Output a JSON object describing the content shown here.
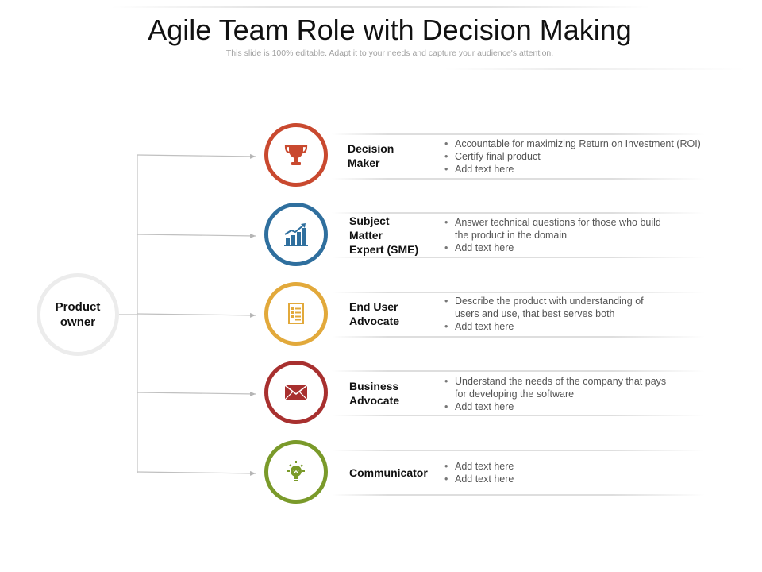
{
  "title": "Agile Team Role with Decision Making",
  "subtitle": "This slide is 100% editable. Adapt it to your needs and capture your audience's attention.",
  "owner": {
    "label": "Product\nowner"
  },
  "roles": [
    {
      "label": "Decision\nMaker",
      "icon": "trophy-icon",
      "color": "#c9492f",
      "bullets": [
        "Accountable for maximizing Return on Investment (ROI)",
        "Certify final product",
        "Add text here"
      ]
    },
    {
      "label": "Subject\nMatter\nExpert (SME)",
      "icon": "growth-chart-icon",
      "color": "#2f6f9e",
      "bullets": [
        "Answer technical questions  for those who build the product in the domain",
        "Add text here"
      ]
    },
    {
      "label": "End User\nAdvocate",
      "icon": "document-icon",
      "color": "#e2a93b",
      "bullets": [
        "Describe the product with understanding  of users and use, that best serves both",
        "Add text here"
      ]
    },
    {
      "label": "Business\nAdvocate",
      "icon": "envelope-icon",
      "color": "#a8302f",
      "bullets": [
        "Understand  the needs of the company that pays for developing  the software",
        "Add text here"
      ]
    },
    {
      "label": "Communicator",
      "icon": "lightbulb-icon",
      "color": "#7a9a2a",
      "bullets": [
        "Add text here",
        "Add text here"
      ]
    }
  ]
}
